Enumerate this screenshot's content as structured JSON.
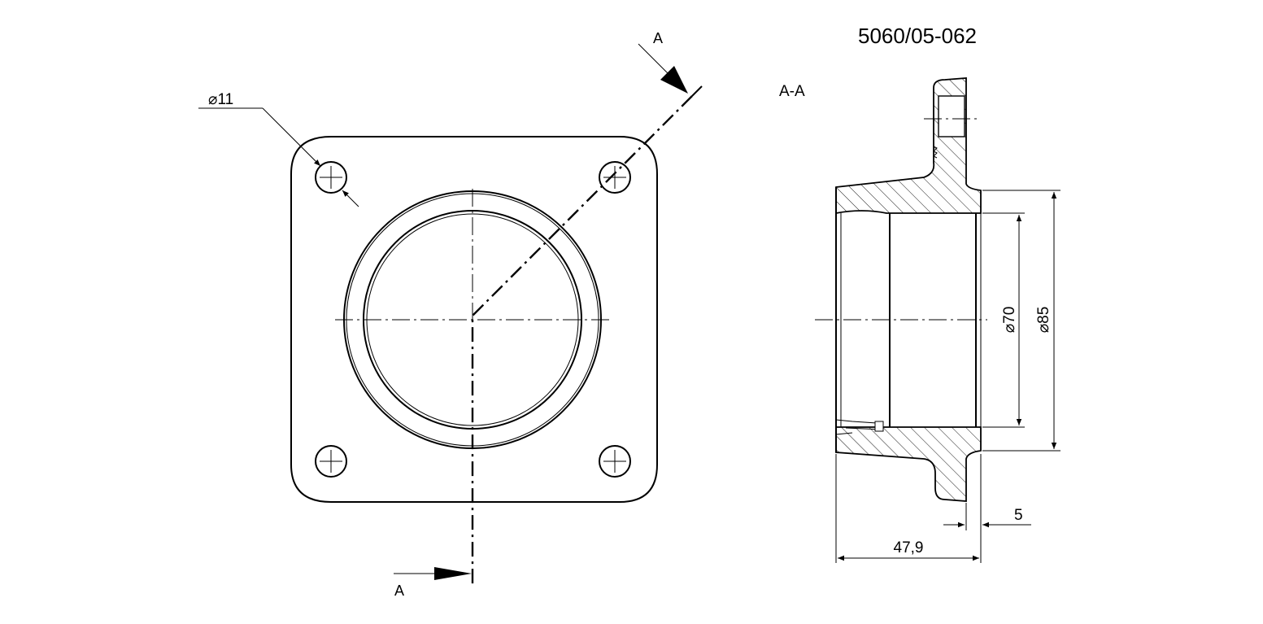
{
  "drawing": {
    "part_number": "5060/05-062",
    "section_title": "A-A",
    "section_marker_top": "A",
    "section_marker_bottom": "A",
    "dimensions": {
      "hole_diameter": "⌀11",
      "bore_diameter": "⌀70",
      "outer_diameter": "⌀85",
      "length": "47,9",
      "flange_thickness": "5"
    }
  }
}
